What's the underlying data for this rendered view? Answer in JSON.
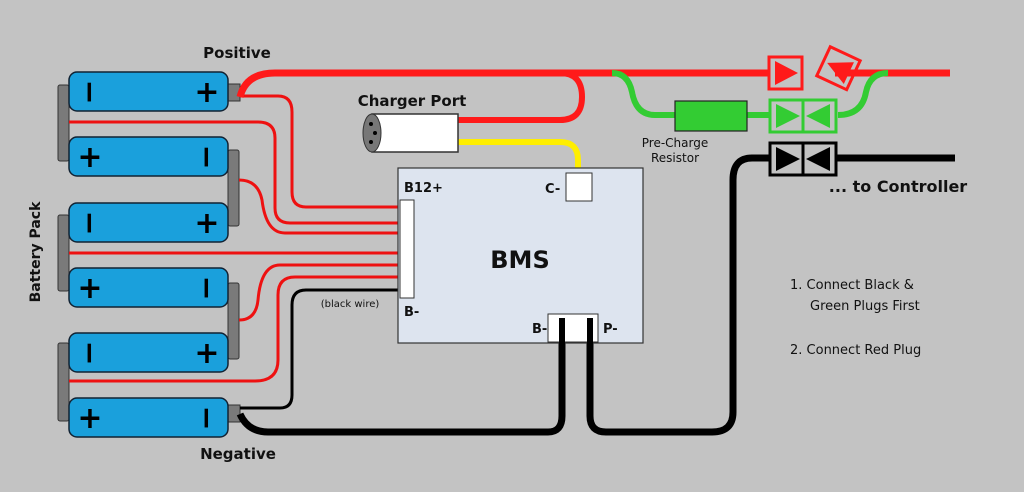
{
  "labels": {
    "positive": "Positive",
    "negative": "Negative",
    "battery_pack": "Battery Pack",
    "charger_port": "Charger Port",
    "bms": "BMS",
    "b12_plus": "B12+",
    "c_minus": "C-",
    "b_minus_balance": "B-",
    "black_wire": "(black wire)",
    "b_minus_main": "B-",
    "p_minus": "P-",
    "pre_charge_line1": "Pre-Charge",
    "pre_charge_line2": "Resistor",
    "to_controller": "... to Controller"
  },
  "instructions": [
    {
      "line1": "1. Connect Black &",
      "line2": "Green Plugs First"
    },
    {
      "line1": "2. Connect Red Plug"
    }
  ],
  "cells": [
    {
      "left": "−",
      "right": "+"
    },
    {
      "left": "+",
      "right": "−"
    },
    {
      "left": "−",
      "right": "+"
    },
    {
      "left": "+",
      "right": "−"
    },
    {
      "left": "−",
      "right": "+"
    },
    {
      "left": "+",
      "right": "−"
    }
  ],
  "colors": {
    "background": "#c3c3c3",
    "cell": "#1aa0dc",
    "positive_wire": "#ff1a1a",
    "charge_wire": "#ffee00",
    "precharge_wire": "#33cc33",
    "negative_wire": "#000000",
    "bms_board": "#dde4ef"
  }
}
